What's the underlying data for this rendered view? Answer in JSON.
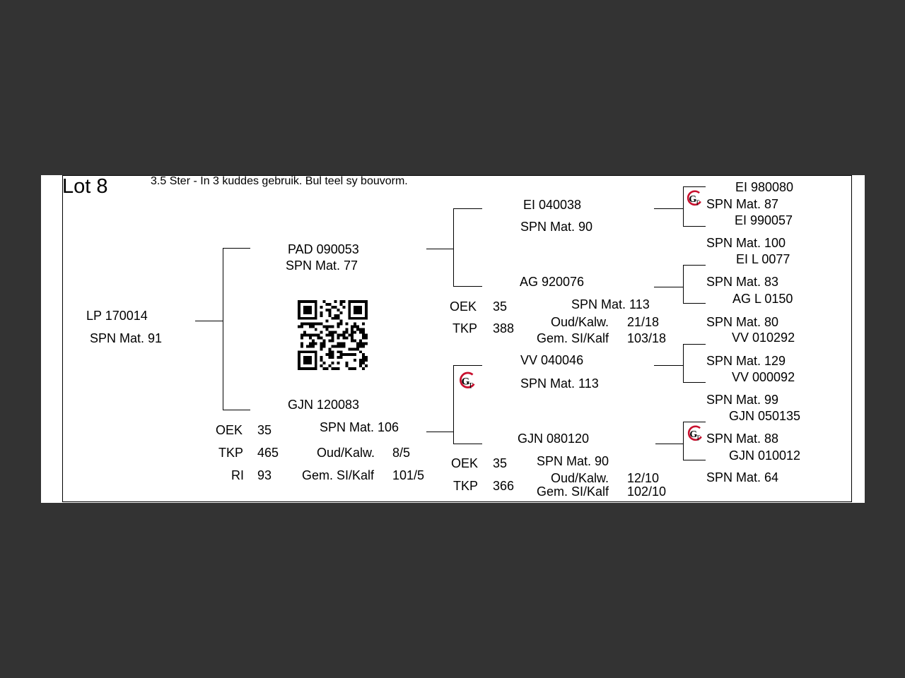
{
  "lot": "Lot 8",
  "note": "3.5 Ster - In 3 kuddes gebruik. Bul teel sy bouvorm.",
  "animal": {
    "id": "LP  170014",
    "spn": "SPN Mat. 91"
  },
  "sire": {
    "id": "PAD 090053",
    "spn": "SPN Mat. 77",
    "sire": {
      "id": "EI  040038",
      "spn": "SPN Mat. 90",
      "sire": {
        "id": "EI  980080",
        "spn": "SPN Mat. 87"
      },
      "dam": {
        "id": "EI  990057",
        "spn": "SPN Mat. 100"
      }
    },
    "dam": {
      "id": "AG  920076",
      "spn": "SPN Mat. 113",
      "oek_label": "OEK",
      "oek": "35",
      "tkp_label": "TKP",
      "tkp": "388",
      "oud_label": "Oud/Kalw.",
      "oud": "21/18",
      "gem_label": "Gem. SI/Kalf",
      "gem": "103/18",
      "sire": {
        "id": "EI  L 0077",
        "spn": "SPN Mat. 83"
      },
      "dam": {
        "id": "AG  L 0150",
        "spn": "SPN Mat. 80"
      }
    }
  },
  "dam": {
    "id": "GJN 120083",
    "spn": "SPN Mat. 106",
    "oek_label": "OEK",
    "oek": "35",
    "tkp_label": "TKP",
    "tkp": "465",
    "ri_label": "RI",
    "ri": "93",
    "oud_label": "Oud/Kalw.",
    "oud": "8/5",
    "gem_label": "Gem. SI/Kalf",
    "gem": "101/5",
    "sire": {
      "id": "VV  040046",
      "spn": "SPN Mat. 113",
      "sire": {
        "id": "VV  010292",
        "spn": "SPN Mat. 129"
      },
      "dam": {
        "id": "VV  000092",
        "spn": "SPN Mat. 99"
      }
    },
    "dam": {
      "id": "GJN 080120",
      "spn": "SPN Mat. 90",
      "oek_label": "OEK",
      "oek": "35",
      "tkp_label": "TKP",
      "tkp": "366",
      "oud_label": "Oud/Kalw.",
      "oud": "12/10",
      "gem_label": "Gem. SI/Kalf",
      "gem": "102/10",
      "sire": {
        "id": "GJN 050135",
        "spn": "SPN Mat. 88"
      },
      "dam": {
        "id": "GJN 010012",
        "spn": "SPN Mat. 64"
      }
    }
  },
  "logos": [
    "gt-logo",
    "gt-logo",
    "gt-logo"
  ],
  "colors": {
    "background": "#333333",
    "paper": "#ffffff",
    "logo_red": "#c8102e"
  }
}
